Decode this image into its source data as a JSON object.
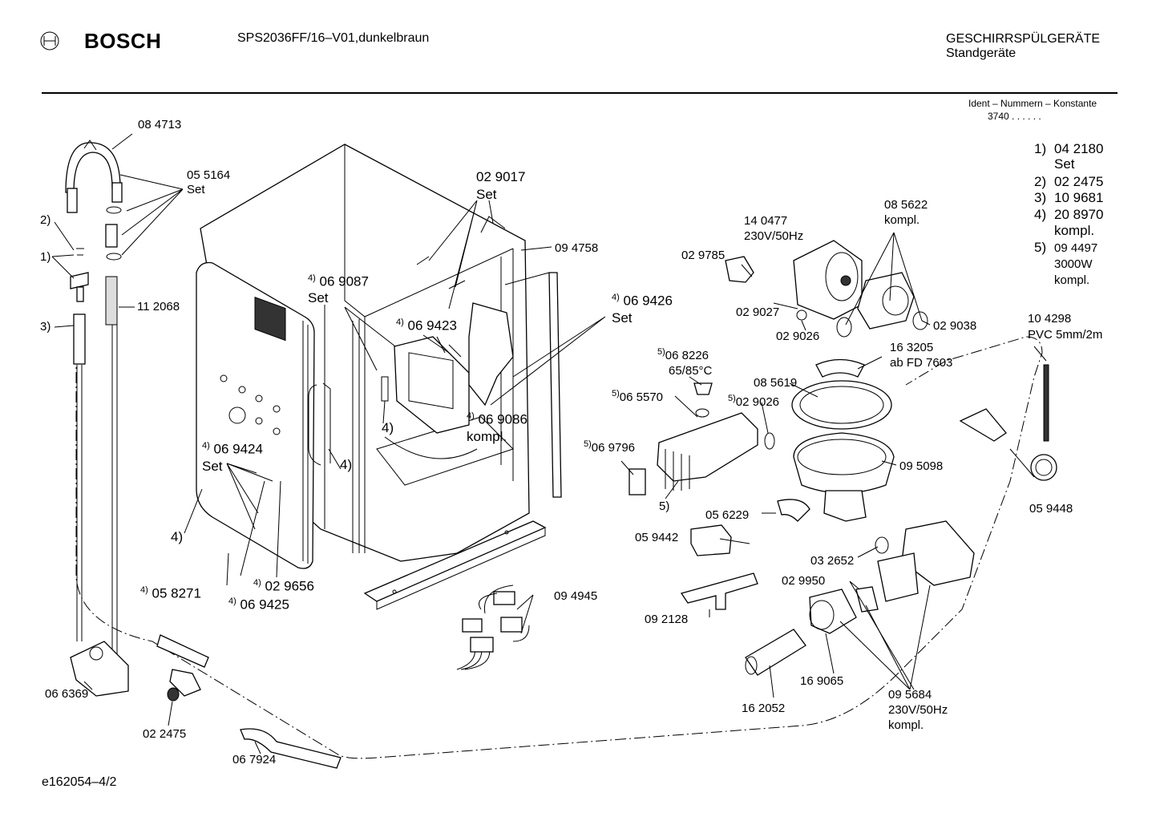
{
  "header": {
    "brand": "BOSCH",
    "model": "SPS2036FF/16–V01,dunkelbraun",
    "category": "GESCHIRRSPÜLGERÄTE",
    "subcategory": "Standgeräte",
    "ident_label": "Ident – Nummern – Konstante",
    "ident_value": "3740  .  .   .  .  .  ."
  },
  "footer": {
    "drawing_id": "e162054–4/2"
  },
  "legend": [
    {
      "key": "1)",
      "line1": "04 2180",
      "line2": "Set"
    },
    {
      "key": "2)",
      "line1": "02 2475",
      "line2": ""
    },
    {
      "key": "3)",
      "line1": "10 9681",
      "line2": ""
    },
    {
      "key": "4)",
      "line1": "20 8970",
      "line2": "kompl."
    },
    {
      "key": "5)",
      "line1": "09 4497",
      "line2": "3000W",
      "line3": "kompl."
    }
  ],
  "labels": {
    "p084713": "08 4713",
    "p055164": "05 5164",
    "p055164_note": "Set",
    "fn2": "2)",
    "fn1": "1)",
    "fn3": "3)",
    "p112068": "11 2068",
    "p029017": "02 9017",
    "p029017_note": "Set",
    "p094758": "09 4758",
    "p069087": "06 9087",
    "p069087_note": "Set",
    "p069423": "06 9423",
    "p069426": "06 9426",
    "p069426_note": "Set",
    "p069086": "06 9086",
    "p069086_note": "kompl.",
    "p069424": "06 9424",
    "p069424_note": "Set",
    "p058271": "05 8271",
    "p029656": "02 9656",
    "p069425": "06 9425",
    "p094945": "09 4945",
    "fn4_a": "4)",
    "fn4_b": "4)",
    "fn4_c": "4)",
    "fn4_d": "4)",
    "sup4": "4)",
    "sup5": "5)",
    "p140477": "14 0477",
    "p140477_note": "230V/50Hz",
    "p085622": "08 5622",
    "p085622_note": "kompl.",
    "p029785": "02 9785",
    "p029027": "02 9027",
    "p029026a": "02 9026",
    "p029038": "02 9038",
    "p104298": "10 4298",
    "p104298_note": "PVC 5mm/2m",
    "p068226": "06 8226",
    "p068226_note": "65/85°C",
    "p163205": "16 3205",
    "p163205_note": "ab FD 7603",
    "p085619": "08 5619",
    "p065570": "06 5570",
    "p029026b": "02 9026",
    "p069796": "06 9796",
    "fn5": "5)",
    "p095098": "09 5098",
    "p059448": "05 9448",
    "p056229": "05 6229",
    "p059442": "05 9442",
    "p032652": "03 2652",
    "p029950": "02 9950",
    "p092128": "09 2128",
    "p169065": "16 9065",
    "p162052": "16 2052",
    "p095684": "09 5684",
    "p095684_note": "230V/50Hz",
    "p095684_note2": "kompl.",
    "p066369": "06 6369",
    "p022475": "02 2475",
    "p067924": "06 7924"
  }
}
